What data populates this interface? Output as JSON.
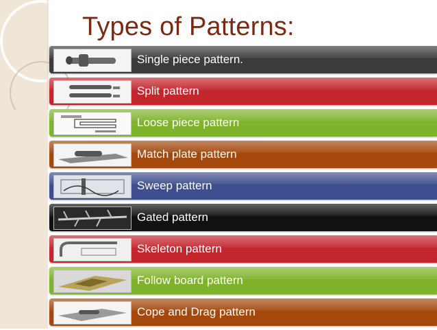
{
  "slide": {
    "title": "Types of Patterns:"
  },
  "colors": {
    "title": "#7a2a12",
    "left_panel": "#efe6d7"
  },
  "items": [
    {
      "label": "Single piece pattern.",
      "color": "#3b3b3b",
      "thumb": "single-piece-thumbnail"
    },
    {
      "label": "Split pattern",
      "color": "#c4262d",
      "thumb": "split-thumbnail"
    },
    {
      "label": "Loose piece pattern",
      "color": "#7fb32b",
      "thumb": "loose-piece-thumbnail"
    },
    {
      "label": "Match plate pattern",
      "color": "#a4480c",
      "thumb": "match-plate-thumbnail"
    },
    {
      "label": "Sweep pattern",
      "color": "#3e4e8e",
      "thumb": "sweep-thumbnail"
    },
    {
      "label": "Gated pattern",
      "color": "#111111",
      "thumb": "gated-thumbnail"
    },
    {
      "label": "Skeleton pattern",
      "color": "#c4262d",
      "thumb": "skeleton-thumbnail"
    },
    {
      "label": "Follow board pattern",
      "color": "#7fb32b",
      "thumb": "follow-board-thumbnail"
    },
    {
      "label": "Cope and Drag pattern",
      "color": "#a4480c",
      "thumb": "cope-drag-thumbnail"
    }
  ]
}
